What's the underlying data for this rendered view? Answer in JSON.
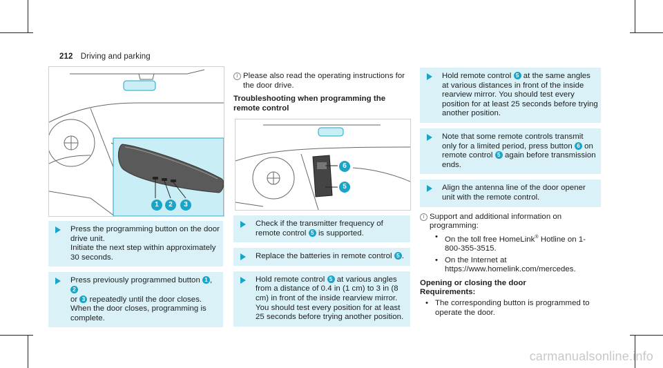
{
  "header": {
    "page_number": "212",
    "section": "Driving and parking"
  },
  "colors": {
    "accent": "#1aa4c8",
    "step_bg": "#d9f1f7",
    "figure_highlight": "#c9eef6"
  },
  "figure1": {
    "callouts": [
      "1",
      "2",
      "3"
    ]
  },
  "figure2": {
    "callouts": [
      "6",
      "5"
    ]
  },
  "col1": {
    "step1": {
      "lines": [
        "Press the programming button on the door drive unit.",
        "Initiate the next step within approximately 30 seconds."
      ]
    },
    "step2": {
      "pre": "Press previously programmed button ",
      "b1": "1",
      "sep": ", ",
      "b2": "2",
      "mid": " or ",
      "b3": "3",
      "post": " repeatedly until the door closes.",
      "line2": "When the door closes, programming is complete."
    }
  },
  "col2": {
    "note": "Please also read the operating instructions for the door drive.",
    "heading": "Troubleshooting when programming the remote control",
    "step1": {
      "pre": "Check if the transmitter frequency of remote control ",
      "b": "5",
      "post": " is supported."
    },
    "step2": {
      "pre": "Replace the batteries in remote control ",
      "b": "5",
      "post": "."
    },
    "step3": {
      "pre": "Hold remote control ",
      "b": "5",
      "post": " at various angles from a distance of 0.4 in (1 cm) to 3 in (8 cm) in front of the inside rearview mirror. You should test every position for at least 25 seconds before trying another position."
    }
  },
  "col3": {
    "step1": {
      "pre": "Hold remote control ",
      "b": "5",
      "post": " at the same angles at various distances in front of the inside rearview mirror. You should test every position for at least 25 seconds before trying another position."
    },
    "step2": {
      "pre": "Note that some remote controls transmit only for a limited period, press button ",
      "b1": "6",
      "mid": " on remote control ",
      "b2": "5",
      "post": " again before transmission ends."
    },
    "step3": {
      "text": "Align the antenna line of the door opener unit with the remote control."
    },
    "note": "Support and additional information on programming:",
    "bullets": [
      {
        "pre": "On the toll free HomeLink",
        "sup": "®",
        "post": " Hotline on 1-800-355-3515."
      },
      {
        "pre": "On the Internet at https://www.homelink.com/mercedes.",
        "sup": "",
        "post": ""
      }
    ],
    "heading": "Opening or closing the door",
    "subheading": "Requirements:",
    "requirements": [
      "The corresponding button is programmed to operate the door."
    ]
  },
  "watermark": "carmanualsonline.info"
}
